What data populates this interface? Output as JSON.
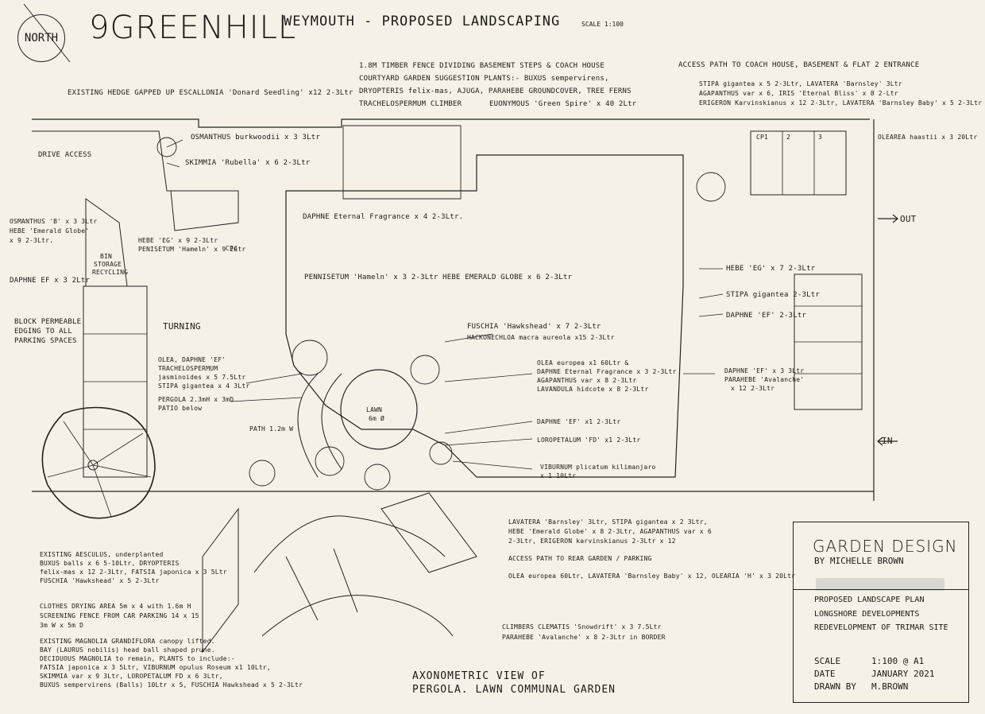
{
  "header": {
    "north": "NORTH",
    "title": "9GREENHILL",
    "subtitle": "WEYMOUTH - PROPOSED LANDSCAPING",
    "scale": "SCALE 1:100"
  },
  "labels": {
    "hedge": "EXISTING HEDGE GAPPED UP ESCALLONIA 'Donard Seedling' x12 2-3Ltr",
    "drive": "DRIVE ACCESS",
    "osmanthus_burk": "OSMANTHUS burkwoodii x 3 3Ltr",
    "skimmia": "SKIMMIA 'Rubella' x 6 2-3Ltr",
    "osmanthus_left_1": "OSMANTHUS 'B' x 3 3Ltr",
    "osmanthus_left_2": "HEBE 'Emerald Globe'",
    "osmanthus_left_3": "x 9  2-3Ltr.",
    "bin_1": "BIN",
    "bin_2": "STORAGE",
    "bin_3": "RECYCLING",
    "daphne_left": "DAPHNE EF x 3 2Ltr",
    "block_1": "BLOCK PERMEABLE",
    "block_2": "EDGING TO ALL",
    "block_3": "PARKING SPACES",
    "turning": "TURNING",
    "hebe_eg_1": "HEBE 'EG' x 9  2-3Ltr",
    "hebe_eg_2": "PENISETUM 'Hameln' x 9  2Ltr",
    "cp_small": "CP4",
    "daphne_eternal": "DAPHNE Eternal Fragrance x 4 2-3Ltr.",
    "fence_1": "1.8M TIMBER FENCE DIVIDING BASEMENT STEPS & COACH HOUSE",
    "fence_2": "COURTYARD GARDEN SUGGESTION PLANTS:- BUXUS sempervirens,",
    "fence_3": "DRYOPTERIS felix-mas, AJUGA, PARAHEBE GROUNDCOVER, TREE FERNS",
    "fence_4": "TRACHELOSPERMUM CLIMBER",
    "euonymous": "EUONYMOUS 'Green Spire' x 40 2Ltr",
    "access_1": "ACCESS PATH TO COACH HOUSE, BASEMENT & FLAT 2 ENTRANCE",
    "stipa_1": "STIPA gigantea x 5 2-3Ltr, LAVATERA 'Barnsley' 3Ltr",
    "stipa_2": "AGAPANTHUS var x 6, IRIS 'Eternal Bliss' x 8 2-Ltr",
    "stipa_3": "ERIGERON Karvinskianus x 12 2-3Ltr, LAVATERA 'Barnsley Baby' x 5 2-3Ltr",
    "olearia_top": "OLEAREA haastii x 3 20Ltr",
    "cp_1": "CP1",
    "cp_2": "2",
    "cp_3": "3",
    "out": "OUT",
    "in": "IN",
    "pennisetum": "PENNISETUM 'Hameln' x 3 2-3Ltr  HEBE EMERALD GLOBE x 6 2-3Ltr",
    "fuschia_1": "FUSCHIA 'Hawkshead' x 7 2-3Ltr",
    "fuschia_2": "HACKONECHLOA macra aureola x15 2-3Ltr",
    "hebe_right": "HEBE 'EG' x 7 2-3Ltr",
    "stipa_right": "STIPA gigantea 2-3Ltr",
    "daphne_right": "DAPHNE 'EF' 2-3Ltr",
    "olea_1": "OLEA europea x1 60Ltr &",
    "olea_2": "DAPHNE Eternal Fragrance x 3 2-3Ltr",
    "olea_3": "AGAPANTHUS var x 8 2-3Ltr",
    "olea_4": "LAVANDULA hidcote x 8 2-3Ltr",
    "daphne_right2_1": "DAPHNE 'EF' x 3 3Ltr",
    "daphne_right2_2": "PARAHEBE 'Avalanche'",
    "daphne_right2_3": "x 12  2-3Ltr",
    "olea_left_1": "OLEA, DAPHNE 'EF'",
    "olea_left_2": "TRACHELOSPERMUM",
    "olea_left_3": "jasminoides x 5 7.5Ltr",
    "olea_left_4": "STIPA gigantea x 4 3Ltr",
    "pergola_1": "PERGOLA 2.3mH x 3mD",
    "pergola_2": "PATIO below",
    "lawn_1": "LAWN",
    "lawn_2": "6m Ø",
    "daphne_ef1": "DAPHNE 'EF' x1 2-3Ltr",
    "loropetalum": "LOROPETALUM 'FD' x1 2-3Ltr",
    "viburnum_1": "VIBURNUM plicatum kilimanjaro",
    "viburnum_2": "x 1 10Ltr",
    "path": "PATH 1.2m W",
    "lavatera_1": "LAVATERA 'Barnsley' 3Ltr, STIPA gigantea x 2 3Ltr,",
    "lavatera_2": "HEBE 'Emerald Globe' x 8 2-3Ltr, AGAPANTHUS var x 6",
    "lavatera_3": "2-3Ltr, ERIGERON karvinskianus 2-3Ltr x 12",
    "rear_path": "ACCESS PATH TO REAR GARDEN / PARKING",
    "olea_bottom": "OLEA europea 60Ltr, LAVATERA 'Barnsley Baby' x 12, OLEARIA 'H' x 3 20Ltr",
    "aesculus_1": "EXISTING AESCULUS, underplanted",
    "aesculus_2": "BUXUS balls x 6 5-10Ltr, DRYOPTERIS",
    "aesculus_3": "felix-mas x 12 2-3Ltr, FATSIA japonica x 3 5Ltr",
    "aesculus_4": "FUSCHIA 'Hawkshead' x 5 2-3Ltr",
    "clothes_1": "CLOTHES DRYING AREA 5m x 4 with 1.6m H",
    "clothes_2": "SCREENING FENCE FROM CAR PARKING 14 x 15",
    "clothes_3": "3m W x 5m D",
    "magnolia_1": "EXISTING MAGNOLIA GRANDIFLORA canopy lifted.",
    "magnolia_2": "BAY (LAURUS nobilis) head ball shaped prune.",
    "magnolia_3": "DECIDUOUS MAGNOLIA to remain, PLANTS to include:-",
    "magnolia_4": "FATSIA japonica x 3 5Ltr, VIBURNUM opulus Roseum x1 10Ltr,",
    "magnolia_5": "SKIMMIA var x 9 3Ltr, LOROPETALUM FD x 6 3Ltr,",
    "magnolia_6": "BUXUS sempervirens (Balls) 10Ltr x 5, FUSCHIA Hawkshead x 5 2-3Ltr",
    "climbers_1": "CLIMBERS CLEMATIS 'Snowdrift' x 3 7.5Ltr",
    "climbers_2": "PARAHEBE 'Avalanche' x 8 2-3Ltr in BORDER",
    "axo_1": "AXONOMETRIC VIEW OF",
    "axo_2": "PERGOLA. LAWN COMMUNAL GARDEN"
  },
  "title_block": {
    "heading": "GARDEN DESIGN",
    "by": "BY MICHELLE BROWN",
    "project_1": "PROPOSED LANDSCAPE PLAN",
    "project_2": "LONGSHORE DEVELOPMENTS",
    "project_3": "REDEVELOPMENT OF TRIMAR SITE",
    "scale_key": "SCALE",
    "scale_val": "1:100 @ A1",
    "date_key": "DATE",
    "date_val": "JANUARY 2021",
    "drawn_key": "DRAWN BY",
    "drawn_val": "M.BROWN"
  },
  "colors": {
    "paper": "#f5f1e6",
    "ink": "#1c1a17"
  }
}
